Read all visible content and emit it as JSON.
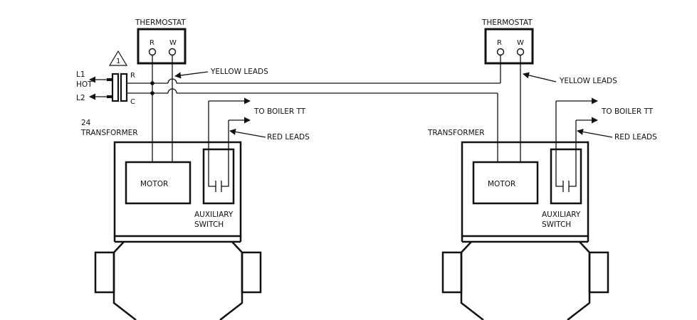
{
  "colors": {
    "line": "#111111",
    "background": "#ffffff"
  },
  "left": {
    "thermostat_title": "THERMOSTAT",
    "terminal_r": "R",
    "terminal_w": "W",
    "warning_number": "1",
    "l1": "L1",
    "hot": "HOT",
    "l2": "L2",
    "transformer_r": "R",
    "transformer_c": "C",
    "transformer_line1": "24",
    "transformer_line2": "TRANSFORMER",
    "yellow_leads": "YELLOW LEADS",
    "to_boiler": "TO BOILER TT",
    "red_leads": "RED LEADS",
    "motor": "MOTOR",
    "aux_line1": "AUXILIARY",
    "aux_line2": "SWITCH"
  },
  "right": {
    "thermostat_title": "THERMOSTAT",
    "terminal_r": "R",
    "terminal_w": "W",
    "transformer": "TRANSFORMER",
    "yellow_leads": "YELLOW LEADS",
    "to_boiler": "TO BOILER TT",
    "red_leads": "RED LEADS",
    "motor": "MOTOR",
    "aux_line1": "AUXILIARY",
    "aux_line2": "SWITCH"
  }
}
